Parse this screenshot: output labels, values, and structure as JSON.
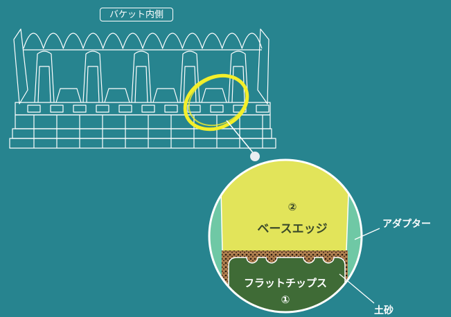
{
  "bucket_label": "バケット内側",
  "base_edge": {
    "number": "②",
    "name": "ベースエッジ"
  },
  "flat_tips": {
    "number": "①",
    "name": "フラットチップス"
  },
  "adapter_label": "アダプター",
  "soil_label": "土砂",
  "colors": {
    "background": "#27848f",
    "line": "#ffffff",
    "base_edge": "#e2e45a",
    "adapter": "#6fc8a5",
    "flat_tips": "#3f6b36",
    "highlight": "#f4ef2a",
    "soil": "#6b4a2a"
  }
}
